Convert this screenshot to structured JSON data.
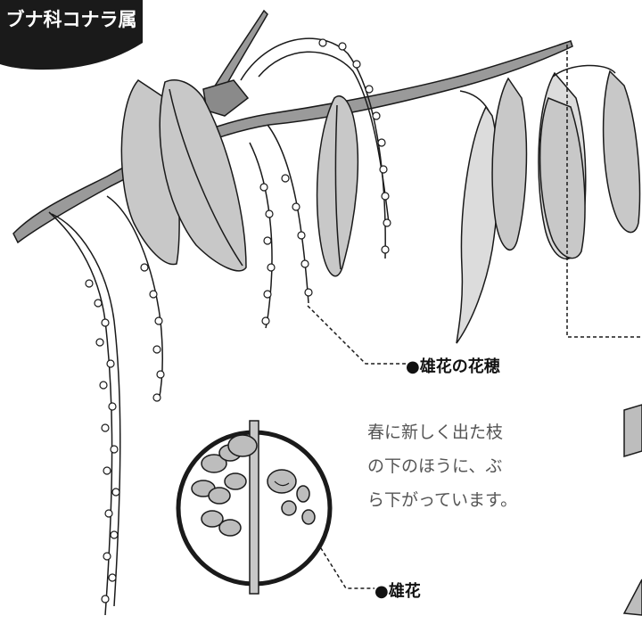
{
  "badge": {
    "text": "ブナ科コナラ属"
  },
  "labels": {
    "male_spike": "●雄花の花穂",
    "male_flower": "●雄花"
  },
  "description": "春に新しく出た枝\nの下のほうに、ぶ\nら下がっています。",
  "colors": {
    "badge_bg": "#1a1a1a",
    "leaf_fill": "#c8c8c8",
    "leaf_fill_light": "#dcdcdc",
    "branch_fill": "#9a9a9a",
    "outline": "#1a1a1a",
    "text_gray": "#555555"
  }
}
